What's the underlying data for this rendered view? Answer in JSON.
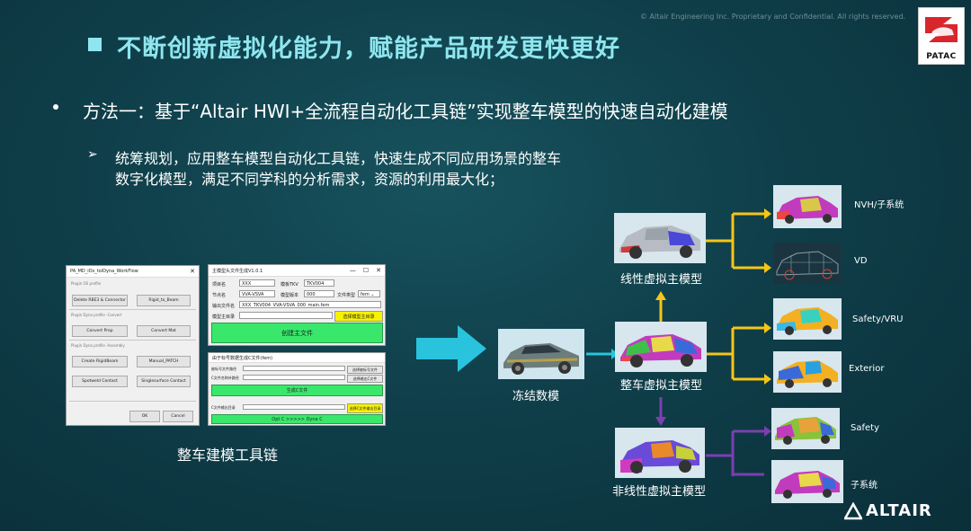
{
  "header": {
    "copyright": "© Altair Engineering Inc. Proprietary and Confidential. All rights reserved.",
    "patac_logo_text": "PATAC",
    "title": "不断创新虚拟化能力，赋能产品研发更快更好"
  },
  "body": {
    "method": "方法一：基于“Altair HWI+全流程自动化工具链”实现整车模型的快速自动化建模",
    "sub_line1": "统筹规划，应用整车模型自动化工具链，快速生成不同应用场景的整车",
    "sub_line2": "数字化模型，满足不同学科的分析需求，资源的利用最大化；"
  },
  "window1": {
    "title": "PA_MD_iOs_toiDyna_WorkFlow",
    "section1": "Plugin OS profile",
    "section2": "Plugin Dyna profile -Convert",
    "section3": "Plugin Dyna profile -Assembly",
    "btn_delete_rbe": "Delete RBE3 & Connector",
    "btn_rigid_beam": "Rigid_to_Beam",
    "btn_convert_prop": "Convert Prop",
    "btn_convert_mat": "Convert Mat",
    "btn_create_rigid": "Create RigidBeam",
    "btn_manual_patch": "Manual_PATCH",
    "btn_spotweld": "Spotweld Contact",
    "btn_singlesurface": "Singlesurface Contact",
    "btn_ok": "OK",
    "btn_cancel": "Cancel"
  },
  "window2": {
    "title": "主模型头文件生成V1.0.1",
    "label_project": "项目名",
    "value_project": "XXX",
    "label_template": "模板TKV",
    "value_template": "TKV004",
    "label_node": "节点名",
    "value_node": "VVA-VSVA",
    "label_version": "模型版本",
    "value_version": "000",
    "label_filetype": "文件类型",
    "value_filetype": "fem",
    "label_output": "输出文件名",
    "value_output": "XXX_TKV004_VVA-VSVA_000_main.fem",
    "label_dir": "模型主目录",
    "btn_select_dir": "选择模型主目录",
    "btn_create": "创建主文件"
  },
  "window3": {
    "title": "由于标号数据生成C文件(fem)",
    "label_a": "被标号文件路径",
    "label_b": "C文件名称补路径",
    "btn_sel_a": "选择被标号文件",
    "btn_sel_b": "选择输出C文件",
    "btn_generate": "生成C文件",
    "label_c": "C文件输出目录",
    "btn_sel_c": "选择C文件输出目录",
    "status": "Opt C >>>>> Dyna C"
  },
  "diagram": {
    "toolchain_label": "整车建模工具链",
    "frozen": "冻结数模",
    "linear_master": "线性虚拟主模型",
    "vehicle_master": "整车虚拟主模型",
    "nonlinear_master": "非线性虚拟主模型",
    "r_nvh": "NVH/子系统",
    "r_vd": "VD",
    "r_safety_vru": "Safety/VRU",
    "r_exterior": "Exterior",
    "r_safety": "Safety",
    "r_subsystem": "子系统"
  },
  "footer": {
    "altair": "ALTAIR"
  },
  "colors": {
    "title_cyan": "#8fe6ef",
    "arrow_yellow": "#f5c518",
    "arrow_purple": "#7b3fb0",
    "big_arrow_cyan": "#29c3dd",
    "button_green": "#39e86b",
    "button_yellow": "#f7f200"
  }
}
